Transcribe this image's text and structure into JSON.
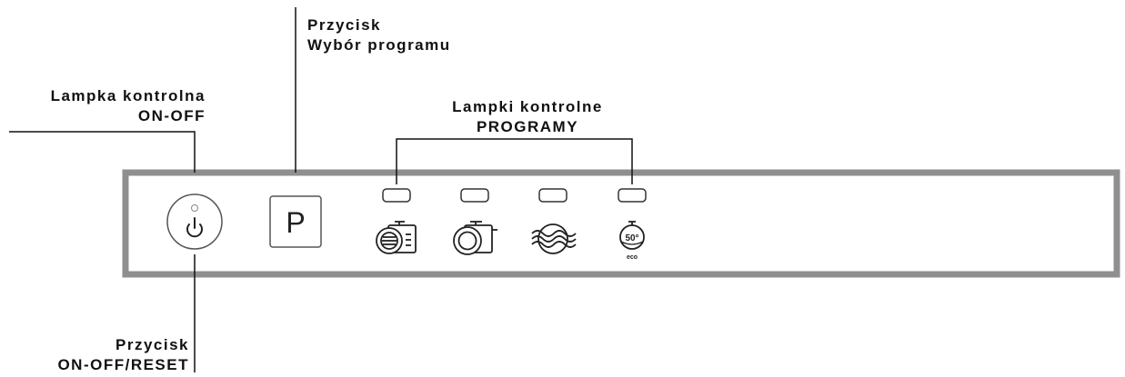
{
  "labels": {
    "lampka_onoff": {
      "line1": "Lampka kontrolna",
      "line2": "ON-OFF"
    },
    "przycisk_program": {
      "line1": "Przycisk",
      "line2": "Wybór programu"
    },
    "lampki_programy": {
      "line1": "Lampki kontrolne",
      "line2": "PROGRAMY"
    },
    "przycisk_onoff": {
      "line1": "Przycisk",
      "line2": "ON-OFF/RESET"
    }
  },
  "panel": {
    "program_button_letter": "P",
    "programs": [
      {
        "icon": "heavy-wash-pot-icon"
      },
      {
        "icon": "normal-wash-pot-icon"
      },
      {
        "icon": "rinse-waves-icon"
      },
      {
        "icon": "eco-program-icon",
        "temperature": "50°",
        "tag": "eco"
      }
    ]
  },
  "colors": {
    "panel_border": "#8f8f8f",
    "line": "#111111"
  }
}
